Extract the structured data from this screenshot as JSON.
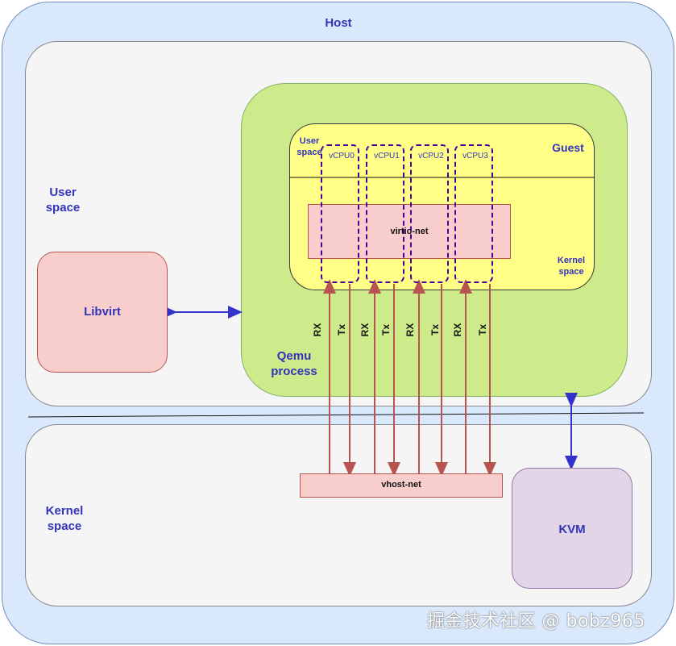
{
  "host": {
    "label": "Host"
  },
  "user_space": {
    "label": "User\nspace"
  },
  "kernel_space": {
    "label": "Kernel\nspace"
  },
  "qemu": {
    "label": "Qemu\nprocess"
  },
  "guest": {
    "label": "Guest",
    "user_space_label": "User\nspace",
    "kernel_space_label": "Kernel\nspace",
    "vcpus": [
      "vCPU0",
      "vCPU1",
      "vCPU2",
      "vCPU3"
    ],
    "virtio_label": "virtio-net"
  },
  "libvirt": {
    "label": "Libvirt"
  },
  "vhost": {
    "label": "vhost-net"
  },
  "kvm": {
    "label": "KVM"
  },
  "channels": [
    "RX",
    "Tx",
    "RX",
    "Tx",
    "RX",
    "Tx",
    "RX",
    "Tx"
  ],
  "watermark": "掘金技术社区 @ bobz965",
  "colors": {
    "label_blue": "#3333bb",
    "arrow_red": "#b85450",
    "arrow_blue": "#3333cc",
    "vcpu_dash": "#4c0099"
  }
}
